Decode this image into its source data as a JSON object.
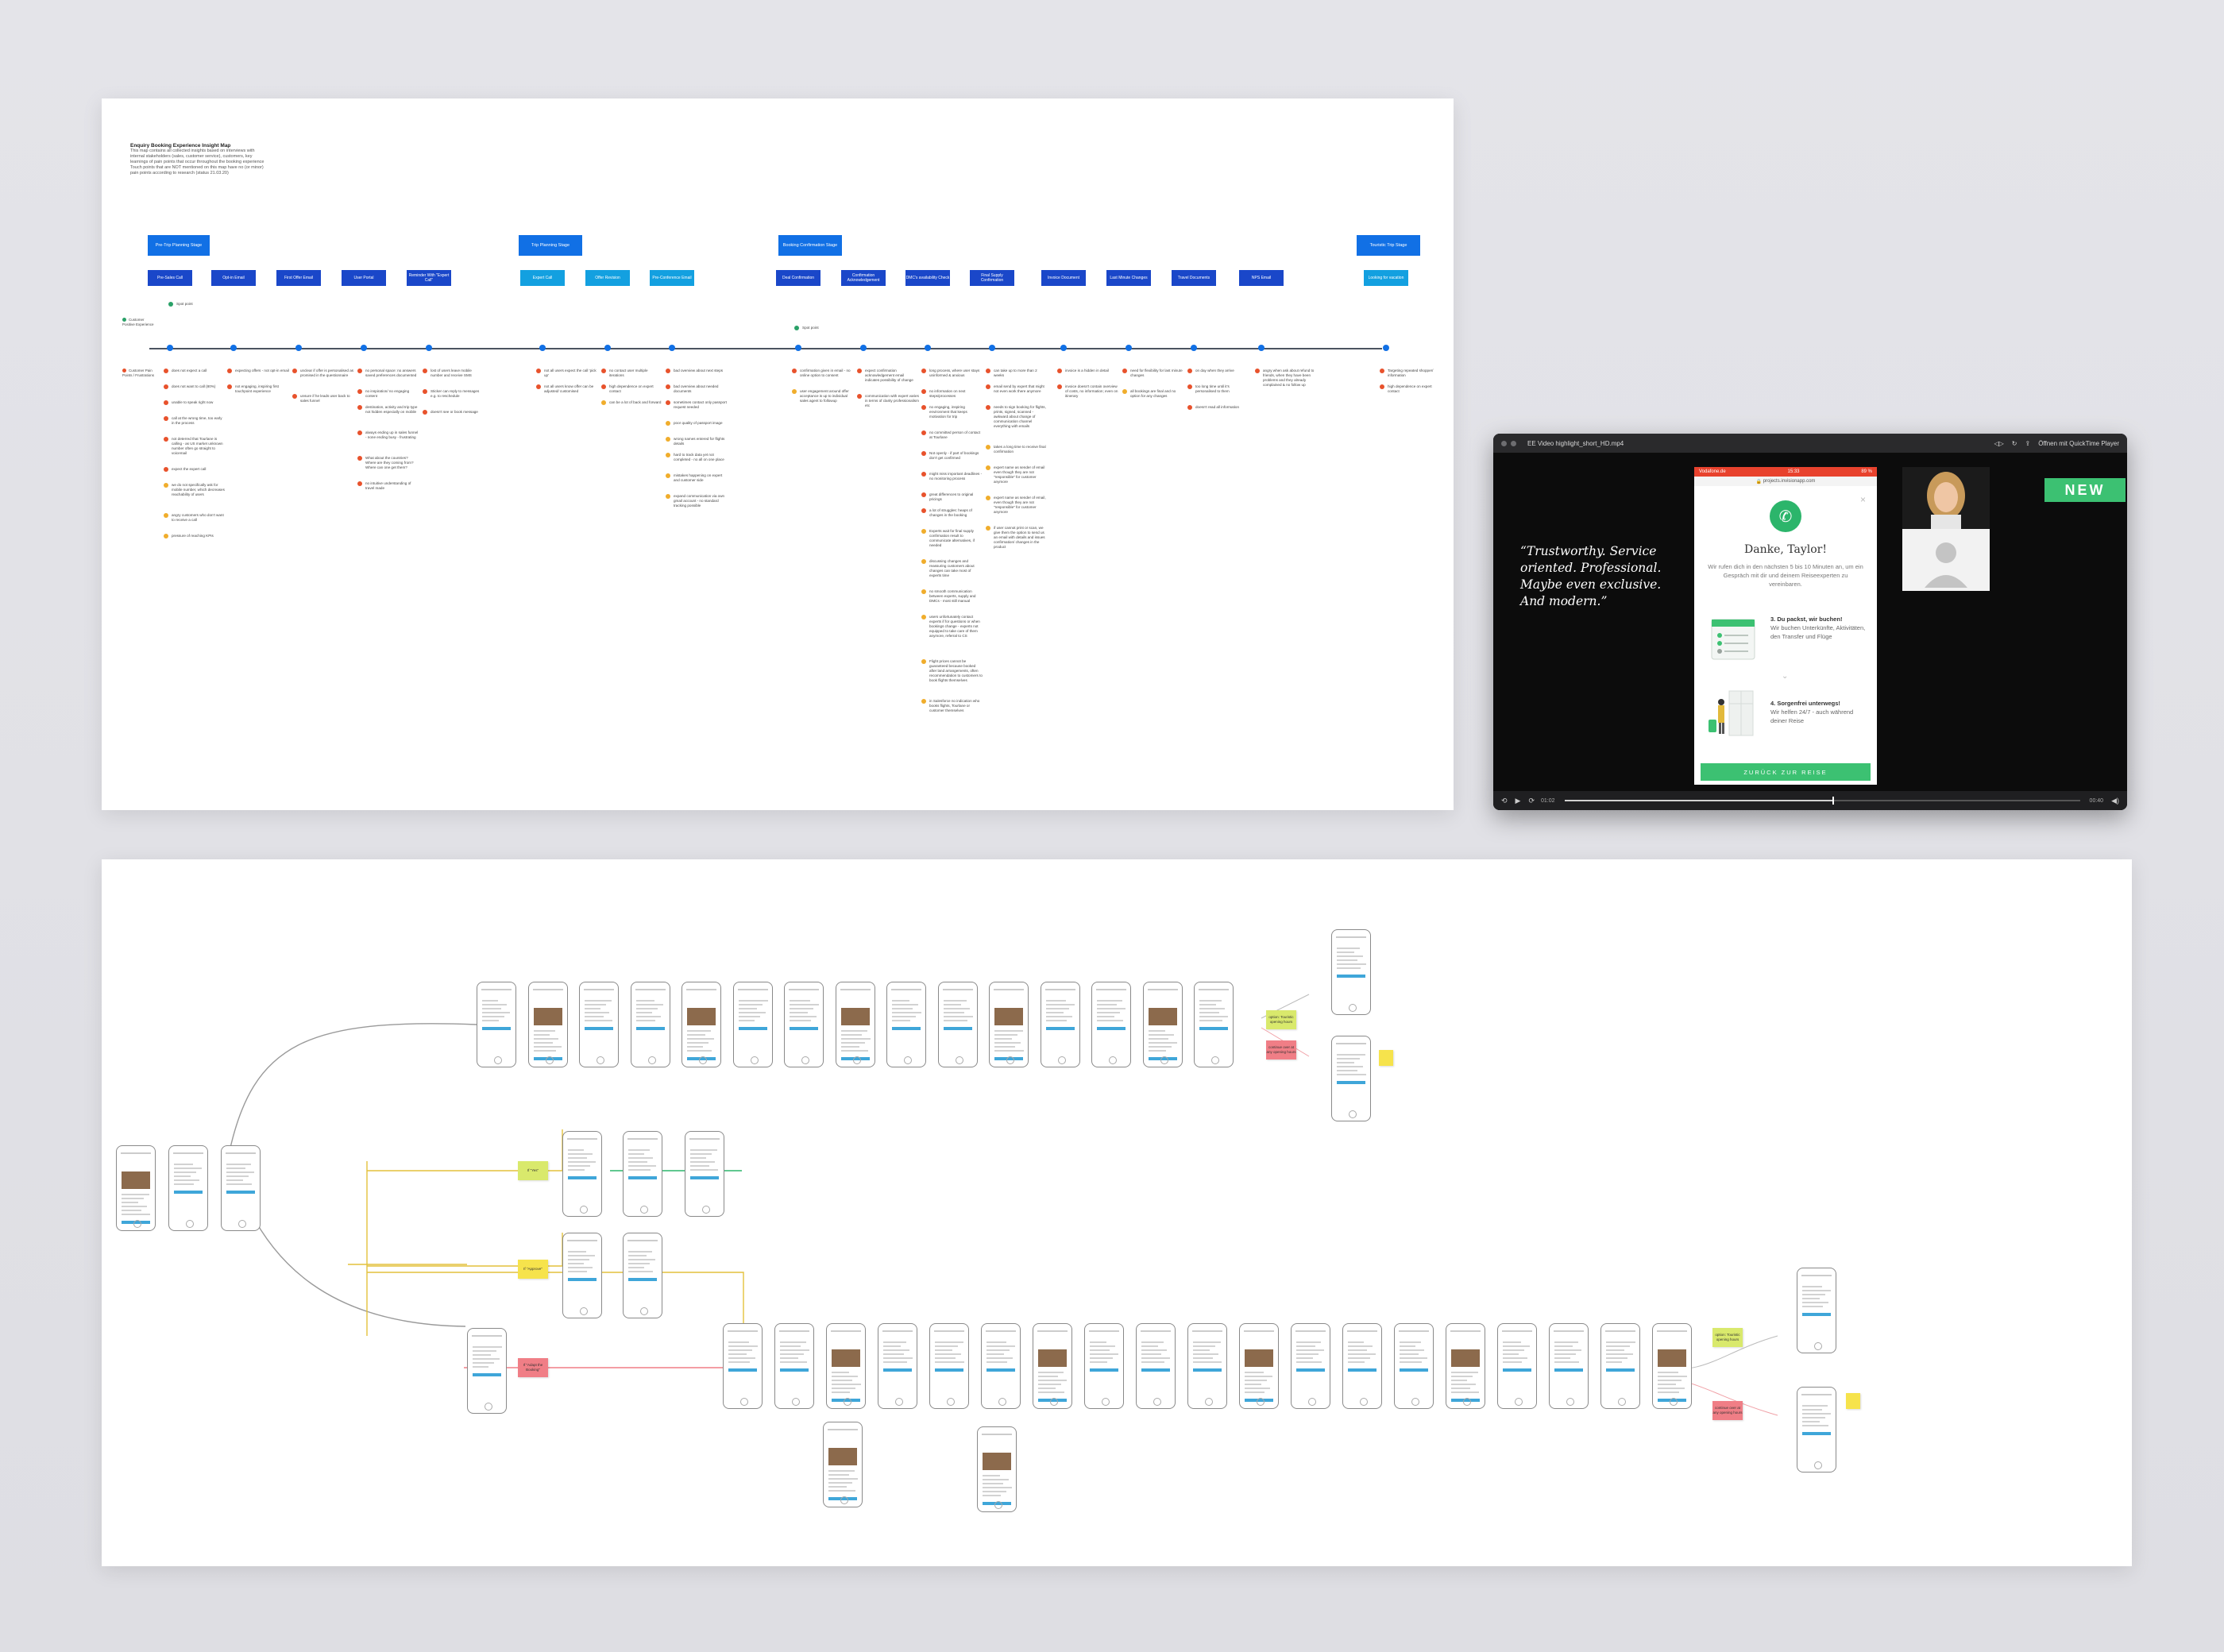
{
  "insight_map": {
    "heading": "Enquiry Booking Experience Insight Map",
    "notes": [
      "This map contains all collected insights based on interviews with internal stakeholders (sales, customer service), customers, key learnings of pain points that occur throughout the booking experience",
      "Touch points that are NOT mentioned on this map have no (or minor) pain points according to research (status 21.03.20)"
    ],
    "stages": [
      "Pre-Trip Planning Stage",
      "Trip Planning Stage",
      "Booking Confirmation Stage",
      "Touristic Trip Stage"
    ],
    "touchpoints": [
      {
        "label": "Pre-Sales Call",
        "tone": "dark"
      },
      {
        "label": "Opt-in Email",
        "tone": "dark"
      },
      {
        "label": "First Offer Email",
        "tone": "dark"
      },
      {
        "label": "User Portal",
        "tone": "dark"
      },
      {
        "label": "Reminder With \"Expert Call\"",
        "tone": "dark"
      },
      {
        "label": "Expert Call",
        "tone": "light"
      },
      {
        "label": "Offer Revision",
        "tone": "light"
      },
      {
        "label": "Pre-Conference Email",
        "tone": "light"
      },
      {
        "label": "Deal Confirmation",
        "tone": "dark"
      },
      {
        "label": "Confirmation Acknowledgement",
        "tone": "dark"
      },
      {
        "label": "DMC's availability Check",
        "tone": "dark"
      },
      {
        "label": "Final Supply Confirmation",
        "tone": "dark"
      },
      {
        "label": "Invoice Document",
        "tone": "dark"
      },
      {
        "label": "Last Minute Changes",
        "tone": "dark"
      },
      {
        "label": "Travel Documents",
        "tone": "dark"
      },
      {
        "label": "NPS Email",
        "tone": "dark"
      },
      {
        "label": "Looking for vacation",
        "tone": "light"
      }
    ],
    "legend": {
      "spot": "Customer Positive Experience",
      "pain": "Customer Pain Points / Frustrations"
    },
    "spot_points": [
      "Spot point",
      "Spot point"
    ],
    "insights": [
      {
        "col": 0,
        "items": [
          {
            "t": "does not expect a call",
            "k": "pain"
          },
          {
            "t": "does not want to call (80%)",
            "k": "pain"
          },
          {
            "t": "unable to speak right now",
            "k": "pain"
          },
          {
            "t": "call at the wrong time, too early in the process",
            "k": "pain"
          },
          {
            "t": "not deterred that Tourlane is calling - as US market unknown number often go straight to voicemail",
            "k": "pain"
          },
          {
            "t": "expect the expert call",
            "k": "pain"
          },
          {
            "t": "we do not specifically ask for mobile number, which decreases reachability of users",
            "k": "mot"
          },
          {
            "t": "angry customers who don't want to receive a call",
            "k": "mot"
          },
          {
            "t": "pressure of reaching KPIs",
            "k": "mot"
          }
        ]
      },
      {
        "col": 1,
        "items": [
          {
            "t": "expecting offers - not opt-in email",
            "k": "pain"
          },
          {
            "t": "not engaging, inspiring first touchpoint experience",
            "k": "pain"
          }
        ]
      },
      {
        "col": 2,
        "items": [
          {
            "t": "unclear if offer is personalised as promised in the questionnaire",
            "k": "pain"
          },
          {
            "t": "unsure if he leads user back to sales funnel",
            "k": "pain"
          }
        ]
      },
      {
        "col": 3,
        "items": [
          {
            "t": "no personal space: no answers saved preferences documented",
            "k": "pain"
          },
          {
            "t": "no inspiration/ no engaging content",
            "k": "pain"
          },
          {
            "t": "destination, activity and trip type not hidden especially on mobile",
            "k": "pain"
          },
          {
            "t": "always ending up in sales funnel - none ending busy - frustrating",
            "k": "pain"
          },
          {
            "t": "What about the countries? Where are they coming from? Where can one get them?",
            "k": "pain"
          },
          {
            "t": "no intuitive understanding of travel made",
            "k": "pain"
          }
        ]
      },
      {
        "col": 4,
        "items": [
          {
            "t": "lost of users leave mobile number and receive SMS",
            "k": "pain"
          },
          {
            "t": "Sticker can reply to messages e.g. to reschedule",
            "k": "pain"
          },
          {
            "t": "doesn't see or book message",
            "k": "pain"
          }
        ]
      },
      {
        "col": 5,
        "items": [
          {
            "t": "not all users expect the call 'pick up'",
            "k": "pain"
          },
          {
            "t": "not all users know offer can be adjusted/ customised",
            "k": "pain"
          }
        ]
      },
      {
        "col": 6,
        "items": [
          {
            "t": "no contact user multiple iterations",
            "k": "pain"
          },
          {
            "t": "high dependence on expert contact",
            "k": "pain"
          },
          {
            "t": "can be a lot of back and forward",
            "k": "mot"
          }
        ]
      },
      {
        "col": 7,
        "items": [
          {
            "t": "bad overview about next steps",
            "k": "pain"
          },
          {
            "t": "bad overview about needed documents",
            "k": "pain"
          },
          {
            "t": "sometimes contact only passport request needed",
            "k": "pain"
          },
          {
            "t": "poor quality of passport image",
            "k": "mot"
          },
          {
            "t": "wrong names entered for flights details",
            "k": "mot"
          },
          {
            "t": "hard to track data yet not completed - no all on one place",
            "k": "mot"
          },
          {
            "t": "mistakes happening on expert and customer side",
            "k": "mot"
          },
          {
            "t": "expand communication via own gmail account - no standard tracking possible",
            "k": "mot"
          }
        ]
      },
      {
        "col": 8,
        "items": [
          {
            "t": "confirmation given in email - no online option to consent",
            "k": "pain"
          },
          {
            "t": "user engagement around offer acceptance is up to individual sales agent to followup",
            "k": "mot"
          }
        ]
      },
      {
        "col": 9,
        "items": [
          {
            "t": "expect confirmation acknowledgement email indicates possibility of change",
            "k": "pain"
          },
          {
            "t": "communication with expert varies in terms of clarity professionalism etc",
            "k": "pain"
          }
        ]
      },
      {
        "col": 10,
        "items": [
          {
            "t": "long process, where user stays uninformed & anxious",
            "k": "pain"
          },
          {
            "t": "no information on next steps/processes",
            "k": "pain"
          },
          {
            "t": "no engaging, inspiring environment that keeps motivation for trip",
            "k": "pain"
          },
          {
            "t": "no committed person of contact at Tourlane",
            "k": "pain"
          },
          {
            "t": "Not openly - if part of bookings don't get confirmed",
            "k": "pain"
          },
          {
            "t": "might miss important deadlines - no monitoring process",
            "k": "pain"
          },
          {
            "t": "great differences to original pricings",
            "k": "pain"
          },
          {
            "t": "a lot of struggles: heaps of changes in the booking",
            "k": "pain"
          },
          {
            "t": "Experts wait for final supply confirmation result to communicate alternatives, if needed",
            "k": "mot"
          },
          {
            "t": "discussing changes and reassuring customers about changes can take most of experts time",
            "k": "mot"
          },
          {
            "t": "no smooth communication between experts, supply and DMCs - most still manual",
            "k": "mot"
          },
          {
            "t": "users unfortunately contact experts if for questions or when bookings change - experts not equipped to take care of them anymore, referral to CS",
            "k": "mot"
          },
          {
            "t": "Flight prices cannot be guaranteed because booked after land arrangements, often recommendation to customers to book flights themselves",
            "k": "mot"
          },
          {
            "t": "in Salesforce no indication who books flights, Tourlane or customer themselves",
            "k": "mot"
          }
        ]
      },
      {
        "col": 11,
        "items": [
          {
            "t": "can take up to more than 2 weeks",
            "k": "pain"
          },
          {
            "t": "email send by expert that might not even work there anymore",
            "k": "pain"
          },
          {
            "t": "needs to sign booking for flights, prints, signed, scanned - awkward about change of communication channel everything with emails",
            "k": "pain"
          },
          {
            "t": "takes a long time to receive final confirmation",
            "k": "mot"
          },
          {
            "t": "expert name as sender of email even though they are not \"responsible\" for customer anymore",
            "k": "mot"
          },
          {
            "t": "expert name as sender of email, even though they are not \"responsible\" for customer anymore",
            "k": "mot"
          },
          {
            "t": "if user cannot print or scan, we give them the option to send us an email with details and issues confirmation/ changes in the product",
            "k": "mot"
          }
        ]
      },
      {
        "col": 12,
        "items": [
          {
            "t": "invoice is a hidden in detail",
            "k": "pain"
          },
          {
            "t": "invoice doesn't contain overview of costs, no information; even on itinerary",
            "k": "pain"
          }
        ]
      },
      {
        "col": 13,
        "items": [
          {
            "t": "need for flexibility for last minute changes",
            "k": "pain"
          },
          {
            "t": "all bookings are final and no option for any changes",
            "k": "mot"
          }
        ]
      },
      {
        "col": 14,
        "items": [
          {
            "t": "on day when they arrive",
            "k": "pain"
          },
          {
            "t": "too long time until it's personalised to them",
            "k": "pain"
          },
          {
            "t": "doesn't read all information",
            "k": "pain"
          }
        ]
      },
      {
        "col": 15,
        "items": [
          {
            "t": "angry when ask about refund to friends, when they have been problems and they already complained & no follow up",
            "k": "pain"
          }
        ]
      },
      {
        "col": 16,
        "items": [
          {
            "t": "Targeting repeated shopper/ information",
            "k": "pain"
          },
          {
            "t": "high dependence on expert contact",
            "k": "pain"
          }
        ]
      }
    ]
  },
  "video_player": {
    "filename": "EE Video highlight_short_HD.mp4",
    "open_with": "Öffnen mit QuickTime Player",
    "quote": "“Trustworthy. Service oriented. Professional. Maybe even exclusive. And modern.”",
    "badge": "NEW",
    "time_elapsed": "01:02",
    "time_remaining": "00:40",
    "progress": 0.52,
    "phone": {
      "status_left": "Vodafone.de",
      "status_time": "15:33",
      "status_right": "89 %",
      "url": "projects.invisionapp.com",
      "title": "Danke, Taylor!",
      "text": "Wir rufen dich in den nächsten 5 bis 10 Minuten an, um ein Gespräch mit dir und deinem Reiseexperten zu vereinbaren.",
      "step3_title": "3. Du packst, wir buchen!",
      "step3_text": "Wir buchen Unterkünfte, Aktivitäten, den Transfer und Flüge",
      "step4_title": "4. Sorgenfrei unterwegs!",
      "step4_text": "Wir helfen 24/7 - auch während deiner Reise",
      "button": "ZURÜCK ZUR REISE"
    }
  },
  "flow_map": {
    "stickies": [
      {
        "t": "option: Touristic opening hours",
        "c": "green"
      },
      {
        "t": "continue over at any opening hours",
        "c": "red"
      },
      {
        "t": "",
        "c": "yellow"
      },
      {
        "t": "If \"Yes\"",
        "c": "green"
      },
      {
        "t": "If \"Approve\"",
        "c": "yellow"
      },
      {
        "t": "If \"Adapt the Booking\"",
        "c": "red"
      },
      {
        "t": "option: Touristic opening hours",
        "c": "green"
      },
      {
        "t": "continue over at any opening hours",
        "c": "red"
      },
      {
        "t": "",
        "c": "yellow"
      }
    ]
  },
  "colors": {
    "stage_blue": "#1170e5",
    "pain": "#e8522c",
    "motivation": "#f0ad2c",
    "spot": "#2aa168",
    "accent_green": "#3cc172"
  }
}
